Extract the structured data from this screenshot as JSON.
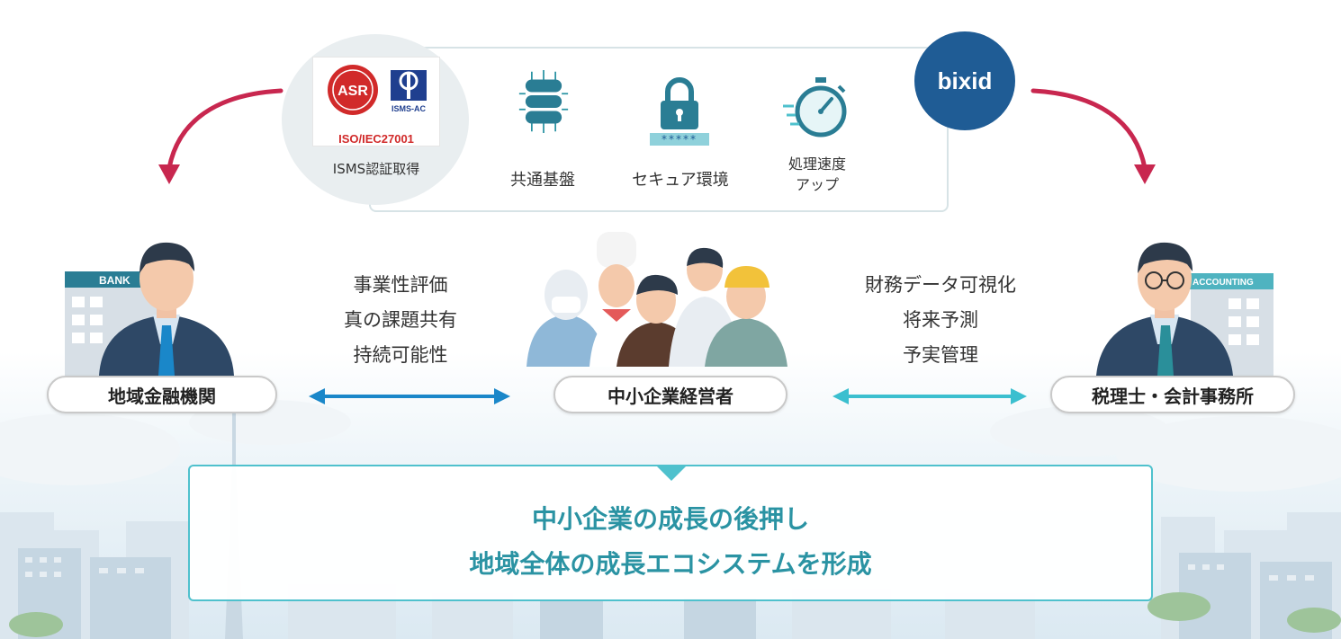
{
  "platform": {
    "cert_caption": "ISO/IEC27001",
    "cert_asr": "ASR",
    "cert_isms_ac": "ISMS-AC",
    "isms_label": "ISMS認証取得",
    "features": [
      {
        "icon": "database-icon",
        "label": "共通基盤"
      },
      {
        "icon": "lock-icon",
        "label": "セキュア環境",
        "sublabel": "*****"
      },
      {
        "icon": "stopwatch-icon",
        "label_line1": "処理速度",
        "label_line2": "アップ"
      }
    ],
    "brand": "bixid"
  },
  "actors": {
    "bank_sign": "BANK",
    "bank_label": "地域金融機関",
    "center_label": "中小企業経営者",
    "accounting_sign": "ACCOUNTING",
    "accounting_label": "税理士・会計事務所"
  },
  "links": {
    "left": [
      "事業性評価",
      "真の課題共有",
      "持続可能性"
    ],
    "right": [
      "財務データ可視化",
      "将来予測",
      "予実管理"
    ]
  },
  "result": {
    "line1": "中小企業の成長の後押し",
    "line2": "地域全体の成長エコシステムを形成"
  },
  "colors": {
    "curve_arrow": "#c8274f",
    "left_arrow": "#1a87c9",
    "right_arrow": "#3bbfcf",
    "accent_text": "#2a93a3",
    "brand_bg": "#1f5c95"
  }
}
